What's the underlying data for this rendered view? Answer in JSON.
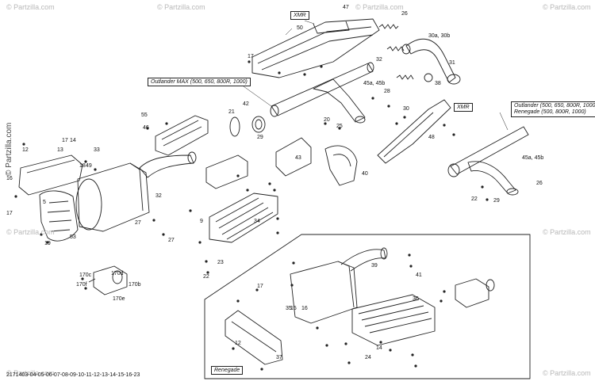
{
  "watermark": {
    "text": "© Partzilla.com",
    "color": "#b8b8b8"
  },
  "brand": {
    "text": "© Partzilla.com"
  },
  "diagram_code": "2171403-04-05-06-07-08-09-10-11-12-13-14-15-16-23",
  "callouts": {
    "xmr_top": "XMR",
    "outlander_max": "Outlander MAX (500, 650, 800R, 1000)",
    "xmr_right": "XMR",
    "outlander_line1": "Outlander (500, 650, 800R, 1000)",
    "outlander_line2": "Renegade (500, 800R, 1000)",
    "renegade": "Renegade"
  },
  "part_labels": [
    "47",
    "26",
    "50",
    "30a, 30b",
    "17",
    "31",
    "32",
    "45a, 45b",
    "28",
    "38",
    "42",
    "29",
    "21",
    "20",
    "25",
    "48",
    "55",
    "46",
    "32",
    "33",
    "17",
    "14",
    "13",
    "12",
    "18",
    "16",
    "5",
    "49",
    "45a, 45b",
    "26",
    "22",
    "29",
    "30",
    "27",
    "17",
    "19",
    "53",
    "170e",
    "170d",
    "170c",
    "170b",
    "170f",
    "9",
    "34",
    "23",
    "22",
    "27",
    "39",
    "43",
    "40",
    "41",
    "36",
    "35",
    "24",
    "37",
    "15",
    "16",
    "14",
    "17",
    "12"
  ]
}
